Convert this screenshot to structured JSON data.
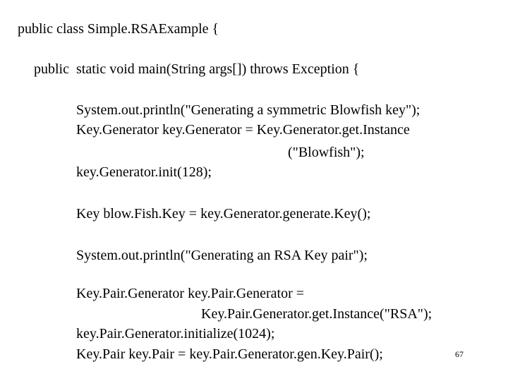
{
  "slide": {
    "background_color": "#ffffff",
    "text_color": "#000000",
    "page_number": "67",
    "code_lines": [
      {
        "text": "public class Simple.RSAExample {"
      },
      {
        "text": "public  static void main(String args[]) throws Exception {"
      },
      {
        "text": "System.out.println(\"Generating a symmetric Blowfish key\");"
      },
      {
        "text": "Key.Generator key.Generator = Key.Generator.get.Instance"
      },
      {
        "text": "(\"Blowfish\");"
      },
      {
        "text": "key.Generator.init(128);"
      },
      {
        "text": "Key blow.Fish.Key = key.Generator.generate.Key();"
      },
      {
        "text": "System.out.println(\"Generating an RSA Key pair\");"
      },
      {
        "text": "Key.Pair.Generator key.Pair.Generator ="
      },
      {
        "text": "Key.Pair.Generator.get.Instance(\"RSA\");"
      },
      {
        "text": "key.Pair.Generator.initialize(1024);"
      },
      {
        "text": "Key.Pair key.Pair = key.Pair.Generator.gen.Key.Pair();"
      }
    ]
  }
}
